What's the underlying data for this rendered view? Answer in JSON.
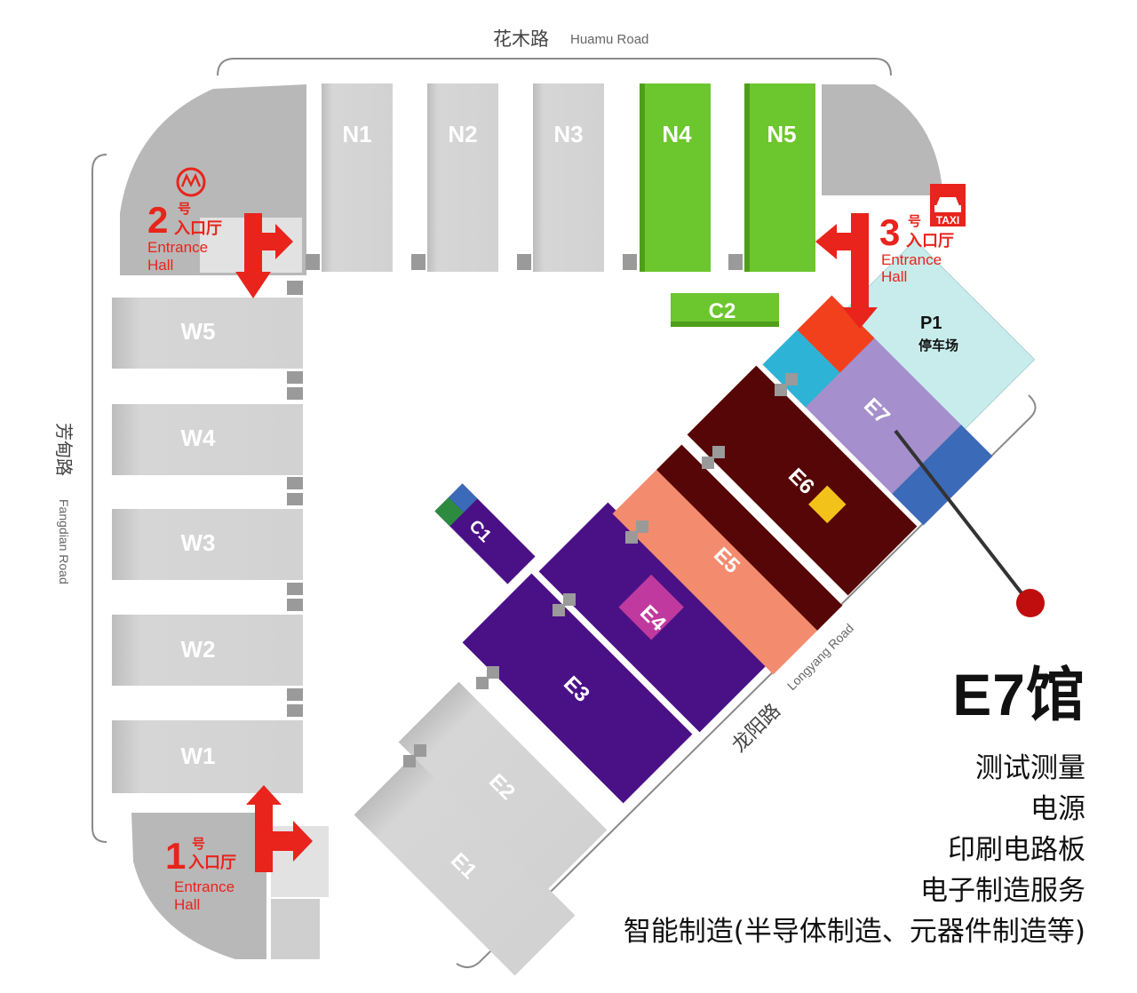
{
  "roads": {
    "north_cn": "花木路",
    "north_en": "Huamu Road",
    "west_cn": "芳甸路",
    "west_en": "Fangdian Road",
    "southeast_cn": "龙阳路",
    "southeast_en": "Longyang Road"
  },
  "halls": {
    "north": [
      "N1",
      "N2",
      "N3",
      "N4",
      "N5"
    ],
    "west": [
      "W5",
      "W4",
      "W3",
      "W2",
      "W1"
    ],
    "east": [
      "E1",
      "E2",
      "E3",
      "E4",
      "E5",
      "E6",
      "E7"
    ],
    "center": [
      "C1",
      "C2"
    ],
    "parking_label": "P1",
    "parking_sub": "停车场"
  },
  "entrances": [
    {
      "number": "1",
      "suffix": "号",
      "name": "入口厅",
      "en_line1": "Entrance",
      "en_line2": "Hall"
    },
    {
      "number": "2",
      "suffix": "号",
      "name": "入口厅",
      "en_line1": "Entrance",
      "en_line2": "Hall"
    },
    {
      "number": "3",
      "suffix": "号",
      "name": "入口厅",
      "en_line1": "Entrance",
      "en_line2": "Hall"
    }
  ],
  "taxi_label": "TAXI",
  "highlight": {
    "title": "E7馆",
    "categories": [
      "测试测量",
      "电源",
      "印刷电路板",
      "电子制造服务",
      "智能制造(半导体制造、元器件制造等)"
    ]
  },
  "colors": {
    "hall_gray": "#d4d4d4",
    "green": "#6cc62d",
    "purple": "#4a1187",
    "dark_maroon": "#560606",
    "salmon": "#f38b6e",
    "lavender": "#a58fcc",
    "cyan": "#2db3d6",
    "orange_red": "#f2401c",
    "steel_blue": "#3b6bb8",
    "magenta": "#c0399e",
    "yellow": "#f2c21b",
    "light_cyan": "#c8ecec",
    "entrance_red": "#e8241c",
    "marker_red": "#c00d0d"
  }
}
